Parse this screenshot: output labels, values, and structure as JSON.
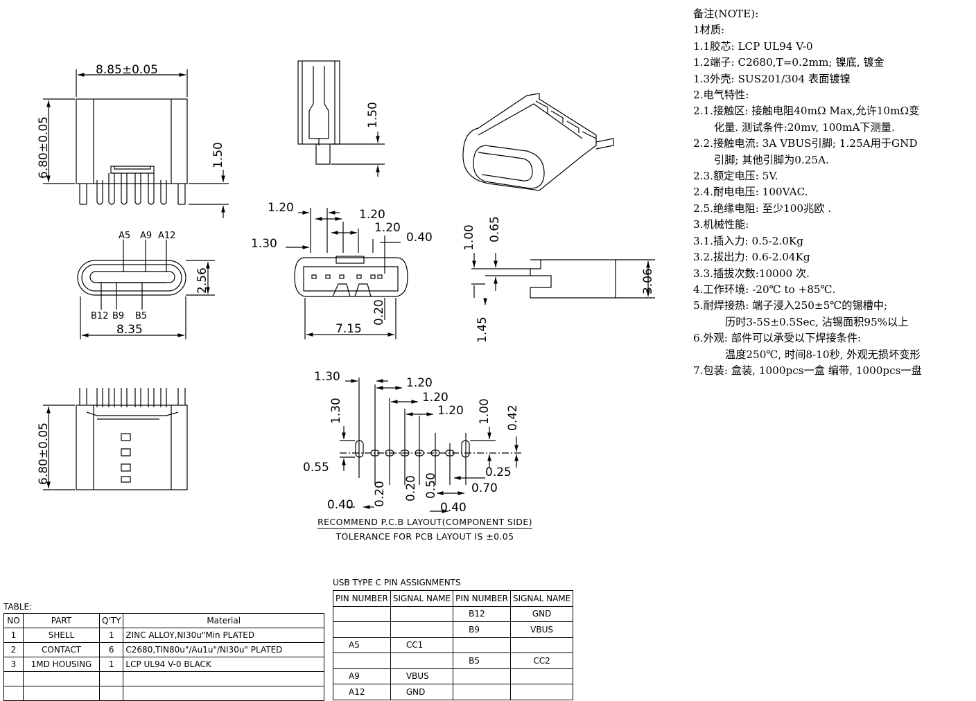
{
  "dimensions": {
    "top_width": "8.85±0.05",
    "top_height": "6.80±0.05",
    "top_pin_len": "1.50",
    "side_pin_len": "1.50",
    "front_pin_labels": [
      "A5",
      "A9",
      "A12",
      "B12",
      "B9",
      "B5"
    ],
    "front_height": "2.56",
    "front_width": "8.35",
    "rear_p1": "1.20",
    "rear_p2": "1.20",
    "rear_p3": "1.20",
    "rear_h": "1.30",
    "rear_pin": "0.40",
    "rear_gap": "0.20",
    "rear_width": "7.15",
    "profile_a": "1.00",
    "profile_b": "0.65",
    "profile_c": "1.45",
    "profile_h": "3.06",
    "bottom_height": "6.80±0.05",
    "pcb_1": "1.30",
    "pcb_2": "1.20",
    "pcb_3": "1.20",
    "pcb_4": "1.20",
    "pcb_5": "1.30",
    "pcb_6": "1.00",
    "pcb_7": "0.42",
    "pcb_8": "0.55",
    "pcb_9": "0.20",
    "pcb_10": "0.20",
    "pcb_11": "0.50",
    "pcb_12": "0.25",
    "pcb_13": "0.70",
    "pcb_14": "0.40",
    "pcb_15": "0.40"
  },
  "pcb_caption": "RECOMMEND P.C.B LAYOUT(COMPONENT SIDE)",
  "pcb_tolerance": "TOLERANCE FOR PCB LAYOUT IS ±0.05",
  "notes": [
    "备注(NOTE):",
    "1材质:",
    "1.1胶芯: LCP UL94 V-0",
    "1.2端子: C2680,T=0.2mm; 镍底, 镀金",
    "1.3外壳: SUS201/304 表面镀镍",
    "2.电气特性:",
    "2.1.接触区: 接触电阻40mΩ Max,允许10mΩ变",
    "化量. 测试条件:20mv, 100mA下测量.",
    "2.2.接触电流: 3A VBUS引脚; 1.25A用于GND",
    "引脚; 其他引脚为0.25A.",
    "2.3.额定电压: 5V.",
    "2.4.耐电电压: 100VAC.",
    "2.5.绝缘电阻: 至少100兆欧 .",
    "3.机械性能:",
    "3.1.插入力: 0.5-2.0Kg",
    "3.2.拔出力: 0.6-2.04Kg",
    "3.3.插拔次数:10000 次.",
    "4.工作环境: -20℃ to +85℃.",
    "5.耐焊接热: 端子浸入250±5℃的锡槽中;",
    "历时3-5S±0.5Sec, 沾锡面积95%以上",
    "6.外观: 部件可以承受以下焊接条件:",
    "温度250℃, 时间8-10秒, 外观无损坏变形",
    "7.包装: 盒装, 1000pcs一盒 编带, 1000pcs一盘"
  ],
  "parts_table": {
    "title": "TABLE:",
    "headers": [
      "NO",
      "PART",
      "Q'TY",
      "Material"
    ],
    "rows": [
      [
        "1",
        "SHELL",
        "1",
        "ZINC ALLOY,NI30u\"Min PLATED"
      ],
      [
        "2",
        "CONTACT",
        "6",
        "C2680,TIN80u\"/Au1u\"/NI30u\" PLATED"
      ],
      [
        "3",
        "1MD HOUSING",
        "1",
        "LCP UL94 V-0 BLACK"
      ]
    ]
  },
  "pin_table": {
    "title": "USB TYPE C PIN ASSIGNMENTS",
    "headers": [
      "PIN NUMBER",
      "SIGNAL NAME",
      "PIN NUMBER",
      "SIGNAL NAME"
    ],
    "rows": [
      [
        "",
        "",
        "B12",
        "GND"
      ],
      [
        "",
        "",
        "B9",
        "VBUS"
      ],
      [
        "A5",
        "CC1",
        "",
        ""
      ],
      [
        "",
        "",
        "B5",
        "CC2"
      ],
      [
        "A9",
        "VBUS",
        "",
        ""
      ],
      [
        "A12",
        "GND",
        "",
        ""
      ]
    ]
  }
}
